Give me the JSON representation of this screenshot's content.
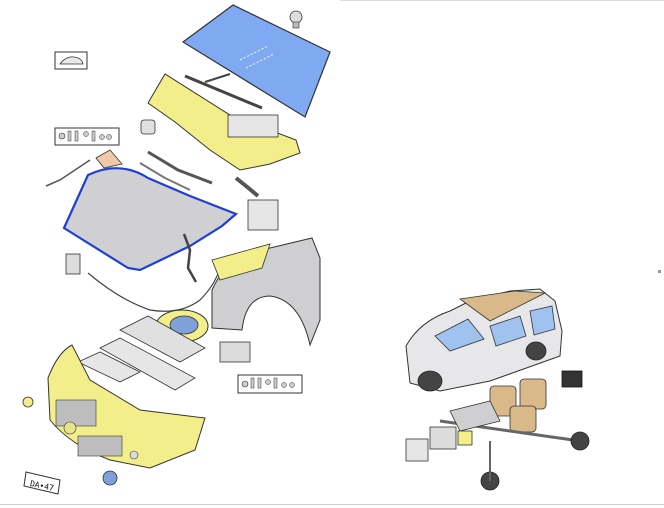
{
  "diagram": {
    "plate_text": "DA∙47"
  },
  "colors": {
    "windshield": "#7fa9f0",
    "yellow_part": "#f2ef8a",
    "hood_outline": "#1d3fd6",
    "grey_part": "#cfcfd2",
    "beige": "#d9b98a"
  },
  "icons": [
    "cap-icon",
    "fastener-set-icon",
    "fastener-set-icon",
    "windshield-part",
    "cowl-panel-part",
    "hood-part",
    "fender-part",
    "bumper-part",
    "car-overview"
  ]
}
